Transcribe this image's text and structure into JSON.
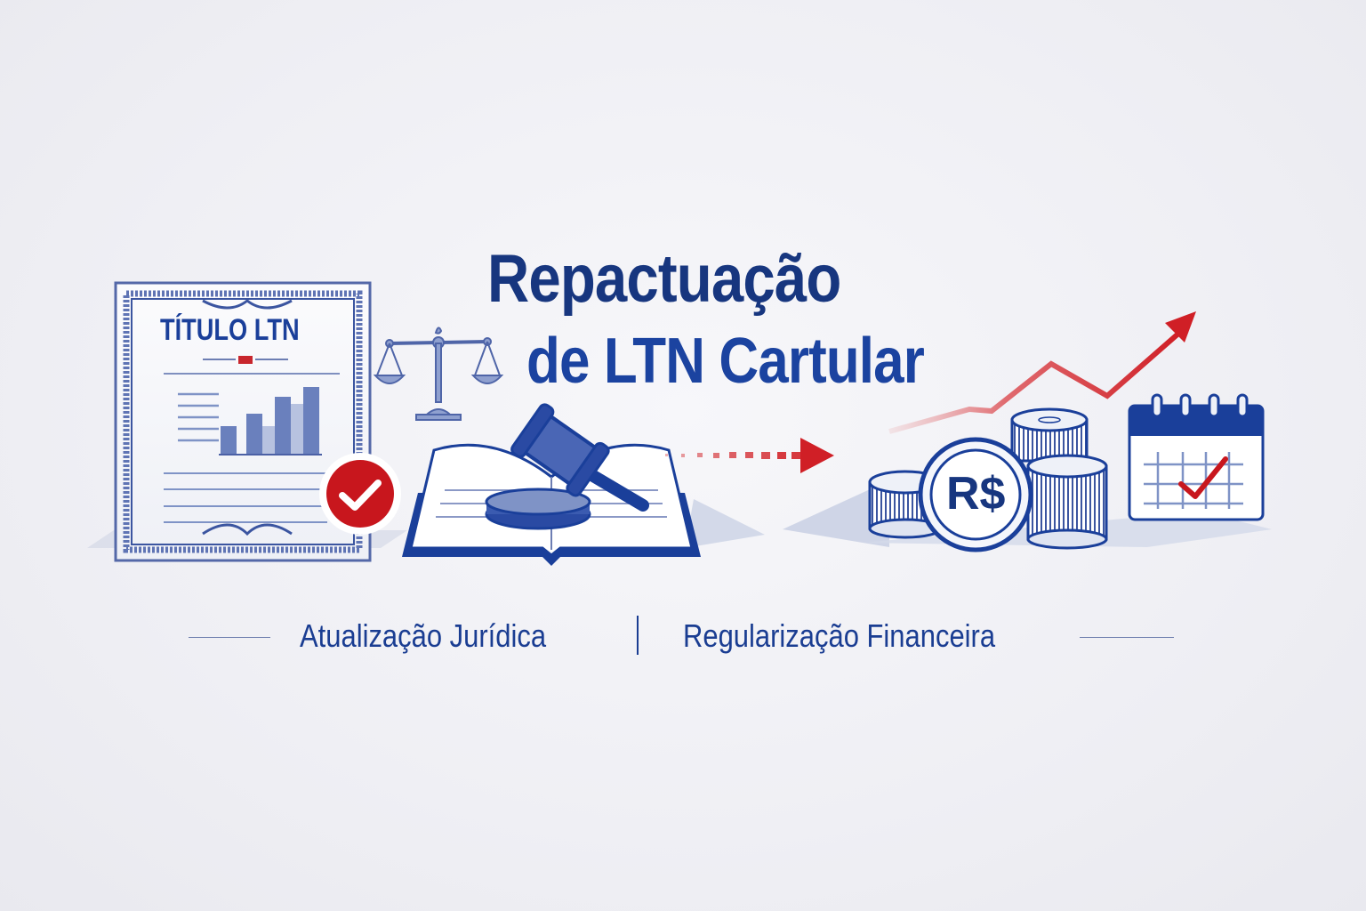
{
  "banner": {
    "title_line1": "Repactuação",
    "title_line2": "de LTN Cartular",
    "subtitles": {
      "left": "Atualização Jurídica",
      "right": "Regularização Financeira"
    }
  },
  "document_card": {
    "heading": "TÍTULO LTN",
    "check_badge": "check-icon"
  },
  "coin": {
    "symbol": "R$"
  },
  "icons": [
    "certificate-document-icon",
    "bar-chart-icon",
    "check-badge-icon",
    "scales-of-justice-icon",
    "gavel-icon",
    "open-book-icon",
    "dashed-arrow-icon",
    "coin-stack-icon",
    "trend-up-arrow-icon",
    "calendar-check-icon"
  ],
  "colors": {
    "navy": "#17367f",
    "blue": "#1b43a0",
    "light_blue": "#7f93c6",
    "red": "#c8161d",
    "background": "#efeff4"
  }
}
